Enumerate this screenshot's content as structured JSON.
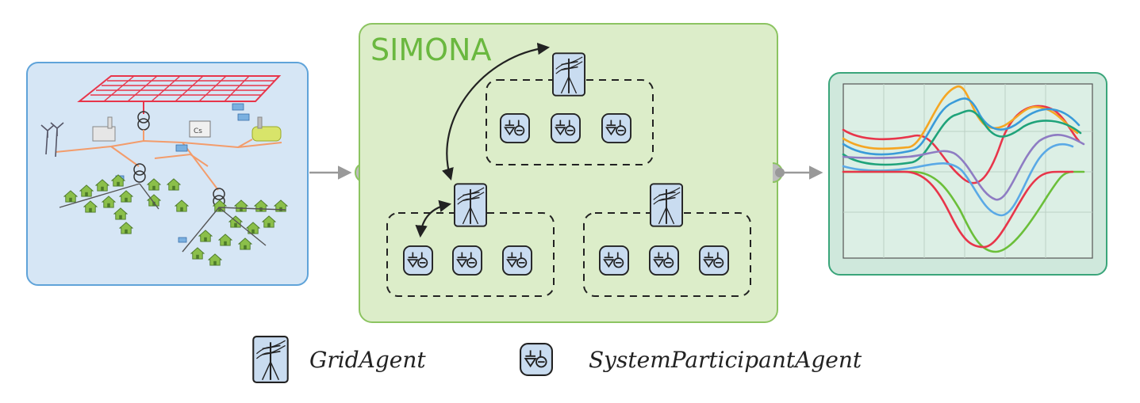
{
  "simona": {
    "title": "SIMONA"
  },
  "legend": {
    "grid_agent_label": "GridAgent",
    "participant_agent_label": "SystemParticipantAgent"
  },
  "colors": {
    "input_panel_fill": "#d6e6f5",
    "input_panel_stroke": "#5fa3d9",
    "simona_panel_fill": "#dcedc9",
    "simona_panel_stroke": "#8cc461",
    "output_panel_fill": "#cfe8dc",
    "output_panel_stroke": "#3aa57a",
    "agent_fill": "#c9dcf0",
    "grid_lines": "#e8354a",
    "feeder_lines": "#f39c6b"
  },
  "icons": {
    "grid_agent": "power-pole-icon",
    "participant_agent": "load-generator-icon"
  },
  "output_chart": {
    "series_colors": [
      "#e8354a",
      "#f5a623",
      "#3a9bd9",
      "#1fa37a",
      "#8e7cc3",
      "#5aa9e6",
      "#6bbf3a",
      "#e8354a"
    ]
  }
}
